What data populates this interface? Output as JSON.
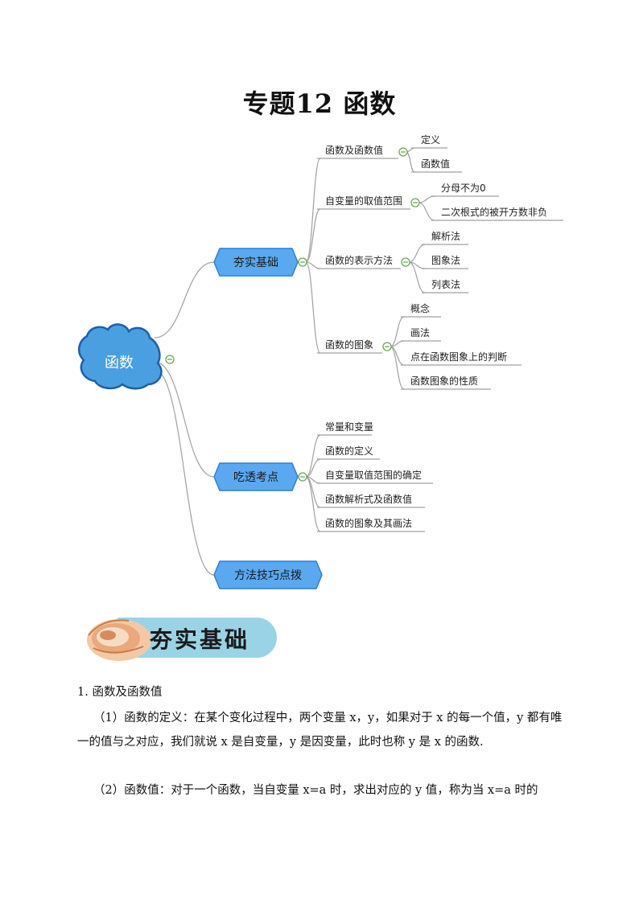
{
  "page": {
    "title": "专题12  函数"
  },
  "mindmap": {
    "root": "函数",
    "branches": [
      {
        "label": "夯实基础",
        "children": [
          {
            "label": "函数及函数值",
            "children": [
              "定义",
              "函数值"
            ]
          },
          {
            "label": "自变量的取值范围",
            "children": [
              "分母不为0",
              "二次根式的被开方数非负"
            ]
          },
          {
            "label": "函数的表示方法",
            "children": [
              "解析法",
              "图象法",
              "列表法"
            ]
          },
          {
            "label": "函数的图象",
            "children": [
              "概念",
              "画法",
              "点在函数图象上的判断",
              "函数图象的性质"
            ]
          }
        ]
      },
      {
        "label": "吃透考点",
        "children": [
          {
            "label": "常量和变量",
            "children": []
          },
          {
            "label": "函数的定义",
            "children": []
          },
          {
            "label": "自变量取值范围的确定",
            "children": []
          },
          {
            "label": "函数解析式及函数值",
            "children": []
          },
          {
            "label": "函数的图象及其画法",
            "children": []
          }
        ]
      },
      {
        "label": "方法技巧点拨",
        "children": []
      }
    ],
    "colors": {
      "root_fill": "#4a9fe0",
      "root_stroke": "#1f5fa8",
      "branch_fill": "#5aa8f0",
      "branch_stroke": "#2f7fd0",
      "line": "#a0a0a0",
      "collapse_stroke": "#6aa84f"
    }
  },
  "section": {
    "banner_title": "夯实基础",
    "colors": {
      "banner": "#9bd3e6"
    }
  },
  "content": {
    "heading": "1. 函数及函数值",
    "para1": "（1）函数的定义：在某个变化过程中，两个变量 x，y，如果对于 x 的每一个值，y 都有唯一的值与之对应，我们就说 x 是自变量，y 是因变量，此时也称 y 是 x 的函数.",
    "para2": "（2）函数值：对于一个函数，当自变量 x=a 时，求出对应的 y 值，称为当 x=a 时的"
  }
}
